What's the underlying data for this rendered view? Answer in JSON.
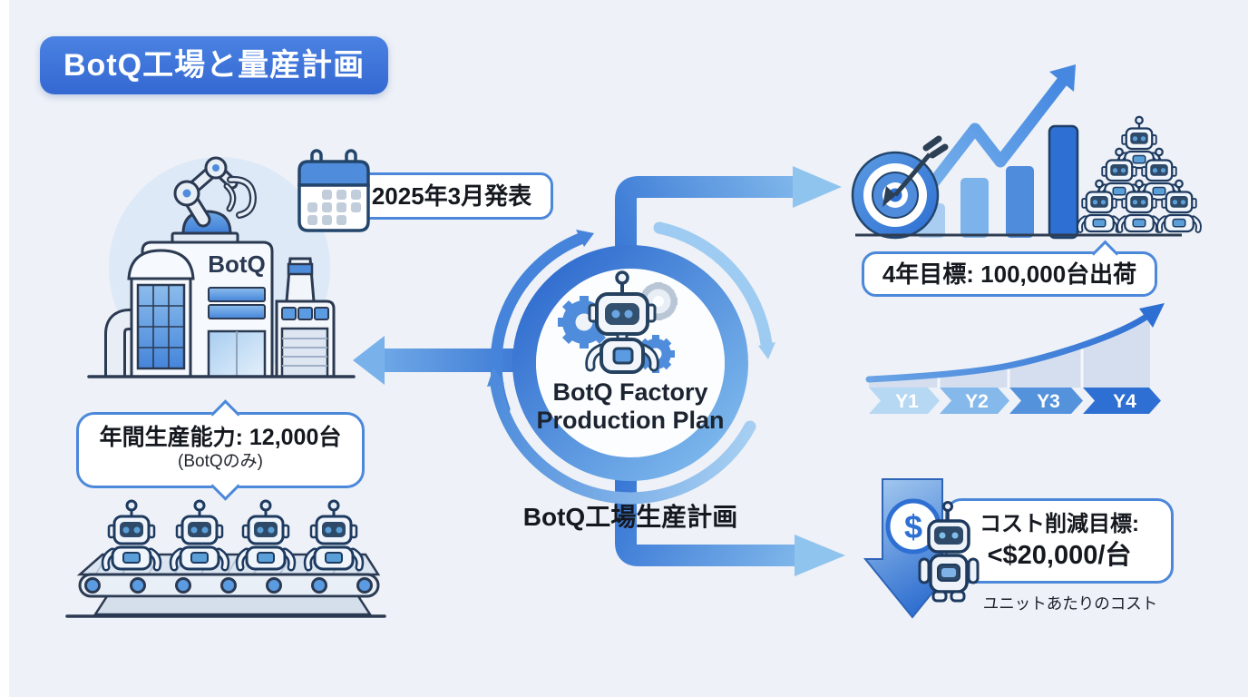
{
  "title": "BotQ工場と量産計画",
  "factory": {
    "building_label": "BotQ",
    "announcement": "2025年3月発表",
    "capacity_line1": "年間生産能力: 12,000台",
    "capacity_line2": "(BotQのみ)"
  },
  "hub": {
    "line1": "BotQ Factory",
    "line2": "Production Plan",
    "caption": "BotQ工場生産計画"
  },
  "shipment": {
    "goal": "4年目標: 100,000台出荷",
    "timeline": [
      "Y1",
      "Y2",
      "Y3",
      "Y4"
    ]
  },
  "cost": {
    "line1": "コスト削減目標:",
    "line2": "<$20,000/台",
    "caption": "ユニットあたりのコスト",
    "dollar": "$"
  },
  "colors": {
    "background": "#eef1f7",
    "badge_blue": "#3b74da",
    "bubble_border": "#4c88da",
    "arrow_dark": "#2e6ed2",
    "arrow_light": "#8fc4ef",
    "outline_navy": "#1e3a5f"
  }
}
